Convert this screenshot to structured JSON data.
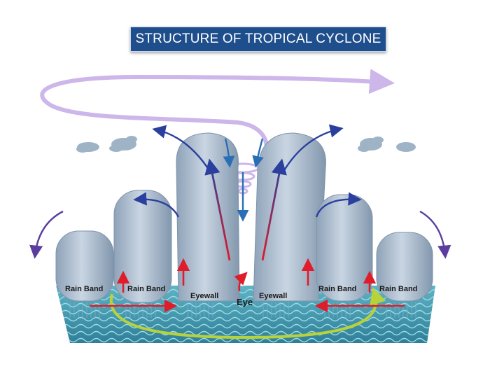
{
  "title": "STRUCTURE OF TROPICAL CYCLONE",
  "labels": {
    "rain_band_1": "Rain Band",
    "rain_band_2": "Rain Band",
    "eyewall_left": "Eyewall",
    "eye": "Eye",
    "eyewall_right": "Eyewall",
    "rain_band_3": "Rain Band",
    "rain_band_4": "Rain Band"
  },
  "colors": {
    "title_background": "#1f4e8c",
    "cloud": "#a9b9c9",
    "ocean": "#4a9fb3",
    "outflow_arrow": "#2a3f9e",
    "inflow_arrow": "#e01b2a",
    "surface_circulation": "#b8d23a",
    "upper_outflow": "#cdb6ea"
  }
}
